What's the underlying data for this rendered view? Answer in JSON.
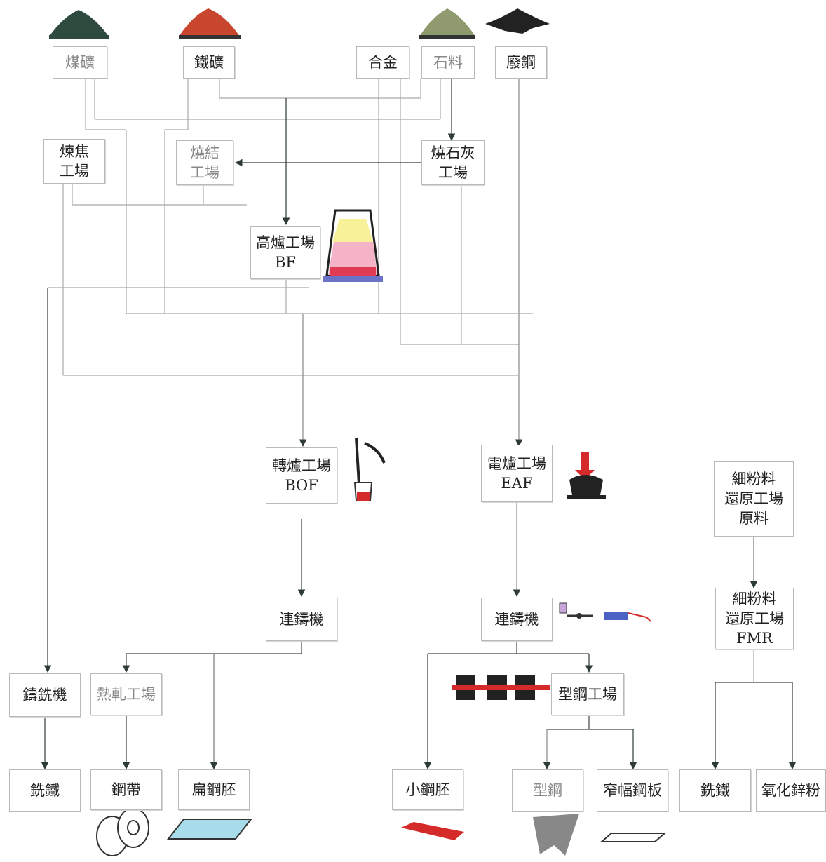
{
  "nodes": {
    "coal": "煤礦",
    "iron_ore": "鐵礦",
    "alloy": "合金",
    "limestone": "石料",
    "scrap": "廢鋼",
    "coking": "煉焦\n工場",
    "sintering": "燒結\n工場",
    "lime_kiln": "燒石灰\n工場",
    "blast_furnace": "高爐工場\nBF",
    "bof": "轉爐工場\nBOF",
    "eaf": "電爐工場\nEAF",
    "fmr_feed": "細粉料\n還原工場\n原料",
    "fmr": "細粉料\n還原工場\nFMR",
    "ccm_bof": "連鑄機",
    "ccm_eaf": "連鑄機",
    "pig_casting": "鑄銑機",
    "hot_rolling": "熱軋工場",
    "section_mill": "型鋼工場",
    "pig_iron": "銑鐵",
    "steel_strip": "鋼帶",
    "slab": "扁鋼胚",
    "billet": "小鋼胚",
    "section_steel": "型鋼",
    "narrow_plate": "窄幅鋼板",
    "pig_iron_fmr": "銑鐵",
    "zinc_oxide": "氧化鋅粉"
  },
  "colors": {
    "coal_pile": "#2f4a3e",
    "iron_pile": "#c8452e",
    "limestone_pile": "#8f9a6e",
    "scrap_pile": "#222222",
    "slab": "#a9dcea",
    "billet": "#d42a2a",
    "section_steel": "#888888"
  },
  "icons": [
    "blast-furnace-icon",
    "converter-icon",
    "eaf-icon",
    "caster-icon",
    "rolling-mill-icon",
    "coil-icon",
    "slab-icon",
    "billet-icon",
    "i-beam-icon",
    "plate-icon"
  ]
}
